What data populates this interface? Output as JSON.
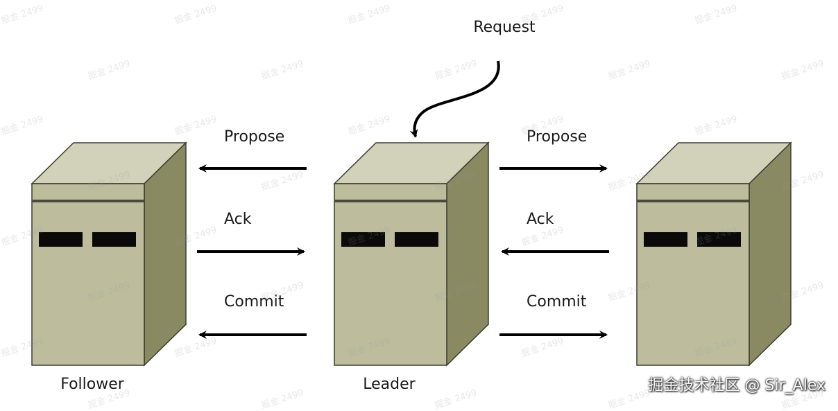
{
  "request_label": "Request",
  "servers": [
    {
      "id": "follower",
      "label": "Follower"
    },
    {
      "id": "leader",
      "label": "Leader"
    },
    {
      "id": "follower-right",
      "label": ""
    }
  ],
  "messages": {
    "propose": "Propose",
    "ack": "Ack",
    "commit": "Commit"
  },
  "colors": {
    "front": "#bdbd9e",
    "top": "#d2d2ba",
    "side": "#8a8a62",
    "outline": "#3c3c30",
    "slot": "#0a0a0a"
  },
  "watermark": "掘金 2499",
  "credit": "掘金技术社区 @ Sir_Alex"
}
